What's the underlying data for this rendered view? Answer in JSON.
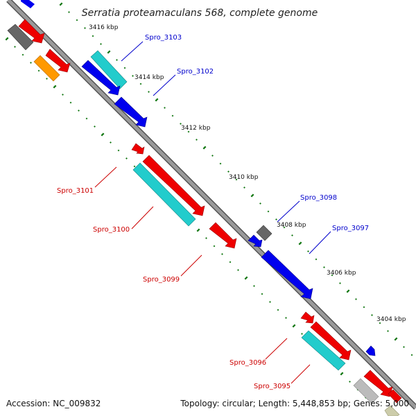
{
  "title": "Serratia proteamaculans 568, complete genome",
  "footer": {
    "accession": "Accession: NC_009832",
    "stats": "Topology: circular; Length: 5,448,853 bp; Genes: 5,000"
  },
  "colors": {
    "blue": "#0000ee",
    "red": "#ee0000",
    "cyan": "#22cccc",
    "gray": "#666666",
    "lightgray": "#bbbbbb",
    "orange": "#ff9900",
    "tick": "#117711",
    "backbone": "#888888",
    "label_blue": "#0000cc",
    "label_red": "#cc0000"
  },
  "scale_labels": [
    "3416 kbp",
    "3414 kbp",
    "3412 kbp",
    "3410 kbp",
    "3408 kbp",
    "3406 kbp",
    "3404 kbp"
  ],
  "gene_labels": [
    {
      "text": "Spro_3103",
      "strand": "forward"
    },
    {
      "text": "Spro_3102",
      "strand": "forward"
    },
    {
      "text": "Spro_3101",
      "strand": "reverse"
    },
    {
      "text": "Spro_3100",
      "strand": "reverse"
    },
    {
      "text": "Spro_3099",
      "strand": "reverse"
    },
    {
      "text": "Spro_3098",
      "strand": "forward"
    },
    {
      "text": "Spro_3097",
      "strand": "forward"
    },
    {
      "text": "Spro_3096",
      "strand": "reverse"
    },
    {
      "text": "Spro_3095",
      "strand": "reverse"
    }
  ]
}
